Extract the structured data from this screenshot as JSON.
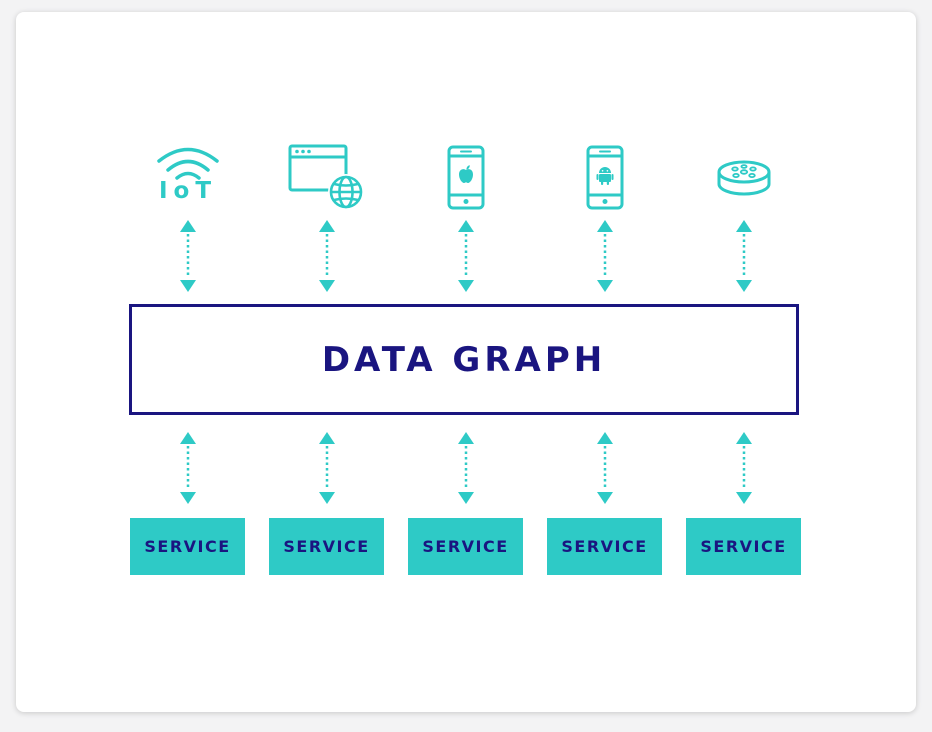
{
  "diagram": {
    "iot_label": "IoT",
    "graph_title": "DATA GRAPH",
    "services": [
      "SERVICE",
      "SERVICE",
      "SERVICE",
      "SERVICE",
      "SERVICE"
    ],
    "devices": [
      "iot-icon",
      "web-browser-icon",
      "iphone-icon",
      "android-phone-icon",
      "smart-speaker-icon"
    ],
    "colors": {
      "accent": "#2ecac6",
      "navy": "#1a1580",
      "background": "#ffffff"
    }
  }
}
